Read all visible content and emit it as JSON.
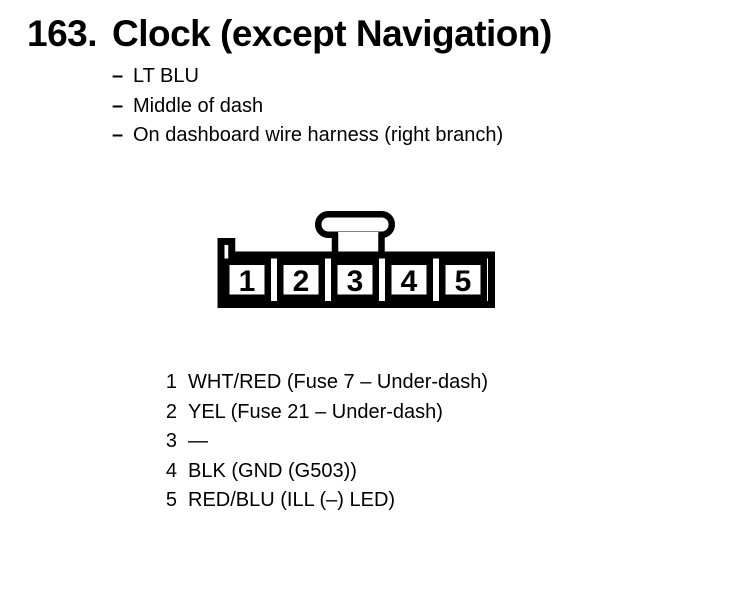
{
  "page": {
    "number": "163.",
    "title": "Clock (except Navigation)"
  },
  "details": [
    {
      "dash": "–",
      "text": "LT BLU"
    },
    {
      "dash": "–",
      "text": "Middle of dash"
    },
    {
      "dash": "–",
      "text": "On dashboard wire harness (right branch)"
    }
  ],
  "connector": {
    "description": "5-cavity connector, face view with top latch and left keying notch",
    "cavities": [
      "1",
      "2",
      "3",
      "4",
      "5"
    ]
  },
  "pins": [
    {
      "num": "1",
      "desc": "WHT/RED (Fuse 7 – Under-dash)"
    },
    {
      "num": "2",
      "desc": "YEL (Fuse 21 – Under-dash)"
    },
    {
      "num": "3",
      "desc": "—"
    },
    {
      "num": "4",
      "desc": "BLK (GND (G503))"
    },
    {
      "num": "5",
      "desc": "RED/BLU (ILL (–) LED)"
    }
  ],
  "colors": {
    "ink": "#000000",
    "background": "#ffffff"
  }
}
